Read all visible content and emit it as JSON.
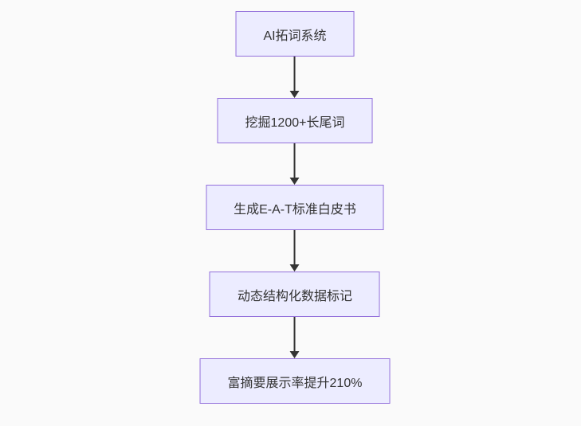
{
  "diagram": {
    "type": "flowchart-top-down",
    "background_color": "#fafafa",
    "node_fill_color": "#ECECFF",
    "node_border_color": "#9370DB",
    "text_color": "#333333",
    "arrow_color": "#333333",
    "nodes": [
      {
        "id": "n1",
        "label": "AI拓词系统"
      },
      {
        "id": "n2",
        "label": "挖掘1200+长尾词"
      },
      {
        "id": "n3",
        "label": "生成E-A-T标准白皮书"
      },
      {
        "id": "n4",
        "label": "动态结构化数据标记"
      },
      {
        "id": "n5",
        "label": "富摘要展示率提升210%"
      }
    ],
    "edges": [
      {
        "from": "n1",
        "to": "n2"
      },
      {
        "from": "n2",
        "to": "n3"
      },
      {
        "from": "n3",
        "to": "n4"
      },
      {
        "from": "n4",
        "to": "n5"
      }
    ]
  }
}
